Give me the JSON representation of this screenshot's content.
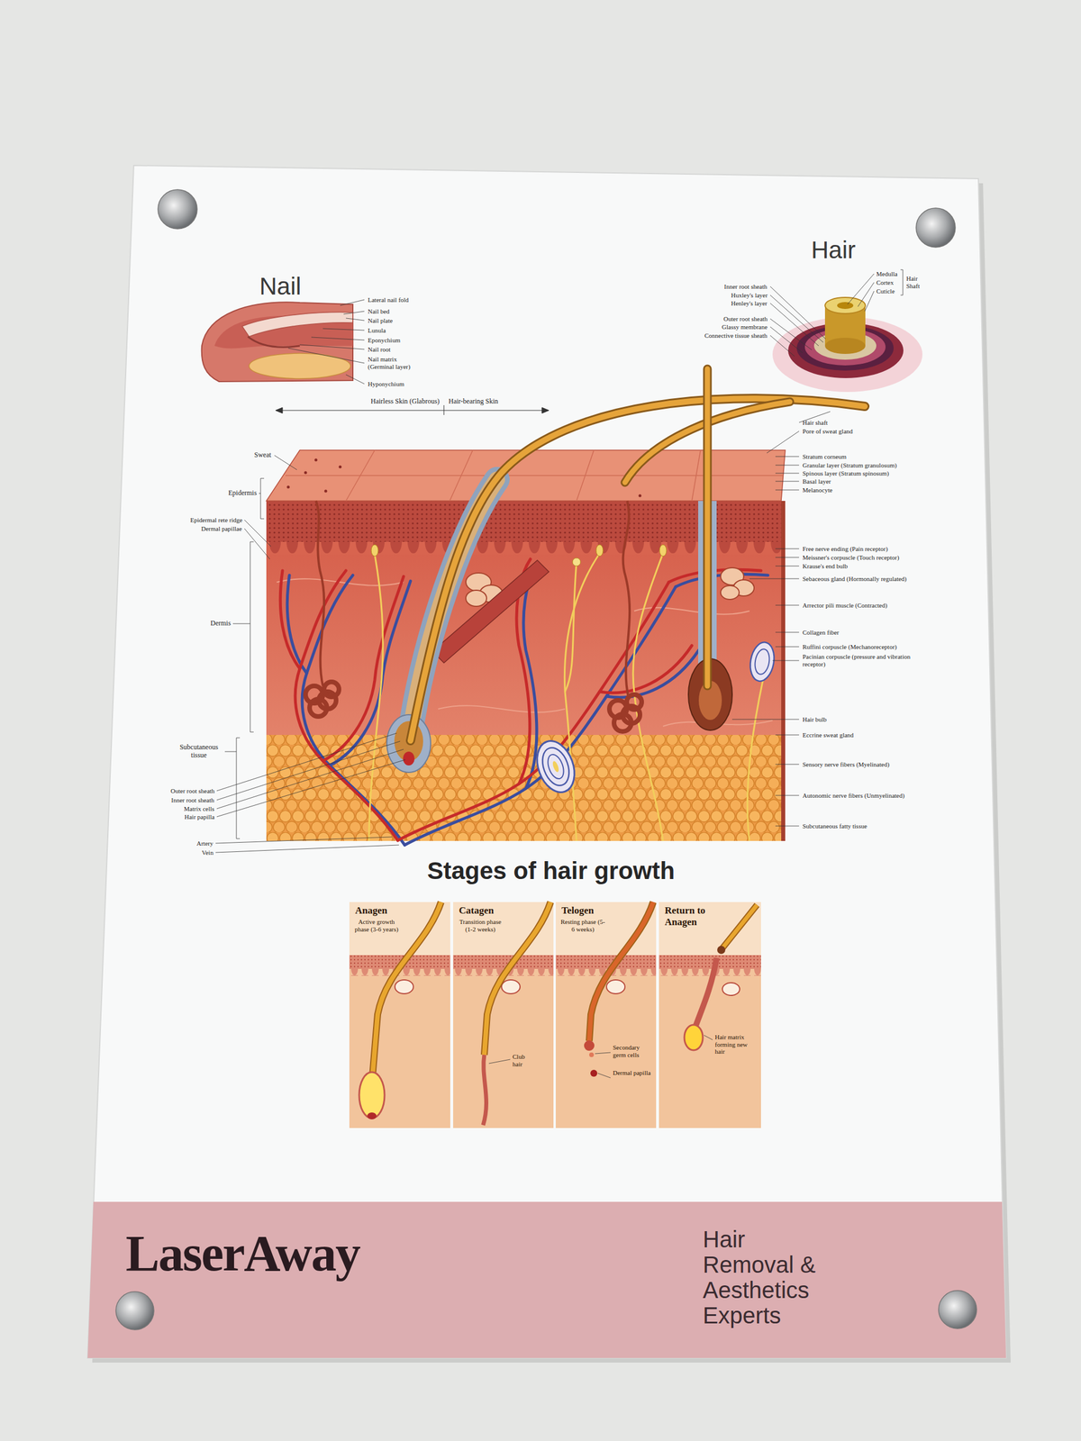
{
  "diagram": {
    "title": "Stages of hair growth",
    "nodes": [
      {
        "text": [
          "Anagen",
          "Active growth phase (3-6 years)"
        ]
      },
      {
        "text": [
          "Catagen",
          "Transition phase (1-2 weeks)",
          "Club hair"
        ]
      },
      {
        "text": [
          "Telogen",
          "Resting phase (5-6 weeks)",
          "Secondary germ cells",
          "Dermal papilla"
        ]
      },
      {
        "text": [
          "Return to Anagen",
          "Hair matrix forming new hair"
        ]
      },
      {
        "text": [
          "LaserAway",
          "Hair Removal & Aesthetics Experts"
        ]
      }
    ],
    "labels": [
      "Nail",
      "Hair",
      "Lateral nail fold",
      "Nail bed",
      "Nail plate",
      "Lunula",
      "Eponychium",
      "Nail root",
      "Nail matrix (Germinal layer)",
      "Hyponychium",
      "Inner root sheath",
      "Huxley's layer",
      "Henley's layer",
      "Outer root sheath",
      "Glassy membrane",
      "Connective tissue sheath",
      "Medulla",
      "Cortex",
      "Cuticle",
      "Hair Shaft",
      "Hairless Skin (Glabrous)",
      "Hair-bearing Skin",
      "Sweat",
      "Epidermis",
      "Epidermal rete ridge",
      "Dermal papillae",
      "Dermis",
      "Subcutaneous tissue",
      "Outer root sheath",
      "Inner root sheath",
      "Matrix cells",
      "Hair papilla",
      "Artery",
      "Vein",
      "Hair shaft",
      "Pore of sweat gland",
      "Stratum corneum",
      "Granular layer (Stratum granulosum)",
      "Spinous layer (Stratum spinosum)",
      "Basal layer",
      "Melanocyte",
      "Free nerve ending (Pain receptor)",
      "Meissner's corpuscle (Touch receptor)",
      "Krause's end bulb",
      "Sebaceous gland (Hormonally regulated)",
      "Arrector pili muscle (Contracted)",
      "Collagen fiber",
      "Ruffini corpuscle (Mechanoreceptor)",
      "Pacinian corpuscle (pressure and vibration receptor)",
      "Hair bulb",
      "Eccrine sweat gland",
      "Sensory nerve fibers (Myelinated)",
      "Autonomic nerve fibers (Unmyelinated)",
      "Subcutaneous fatty tissue"
    ]
  }
}
